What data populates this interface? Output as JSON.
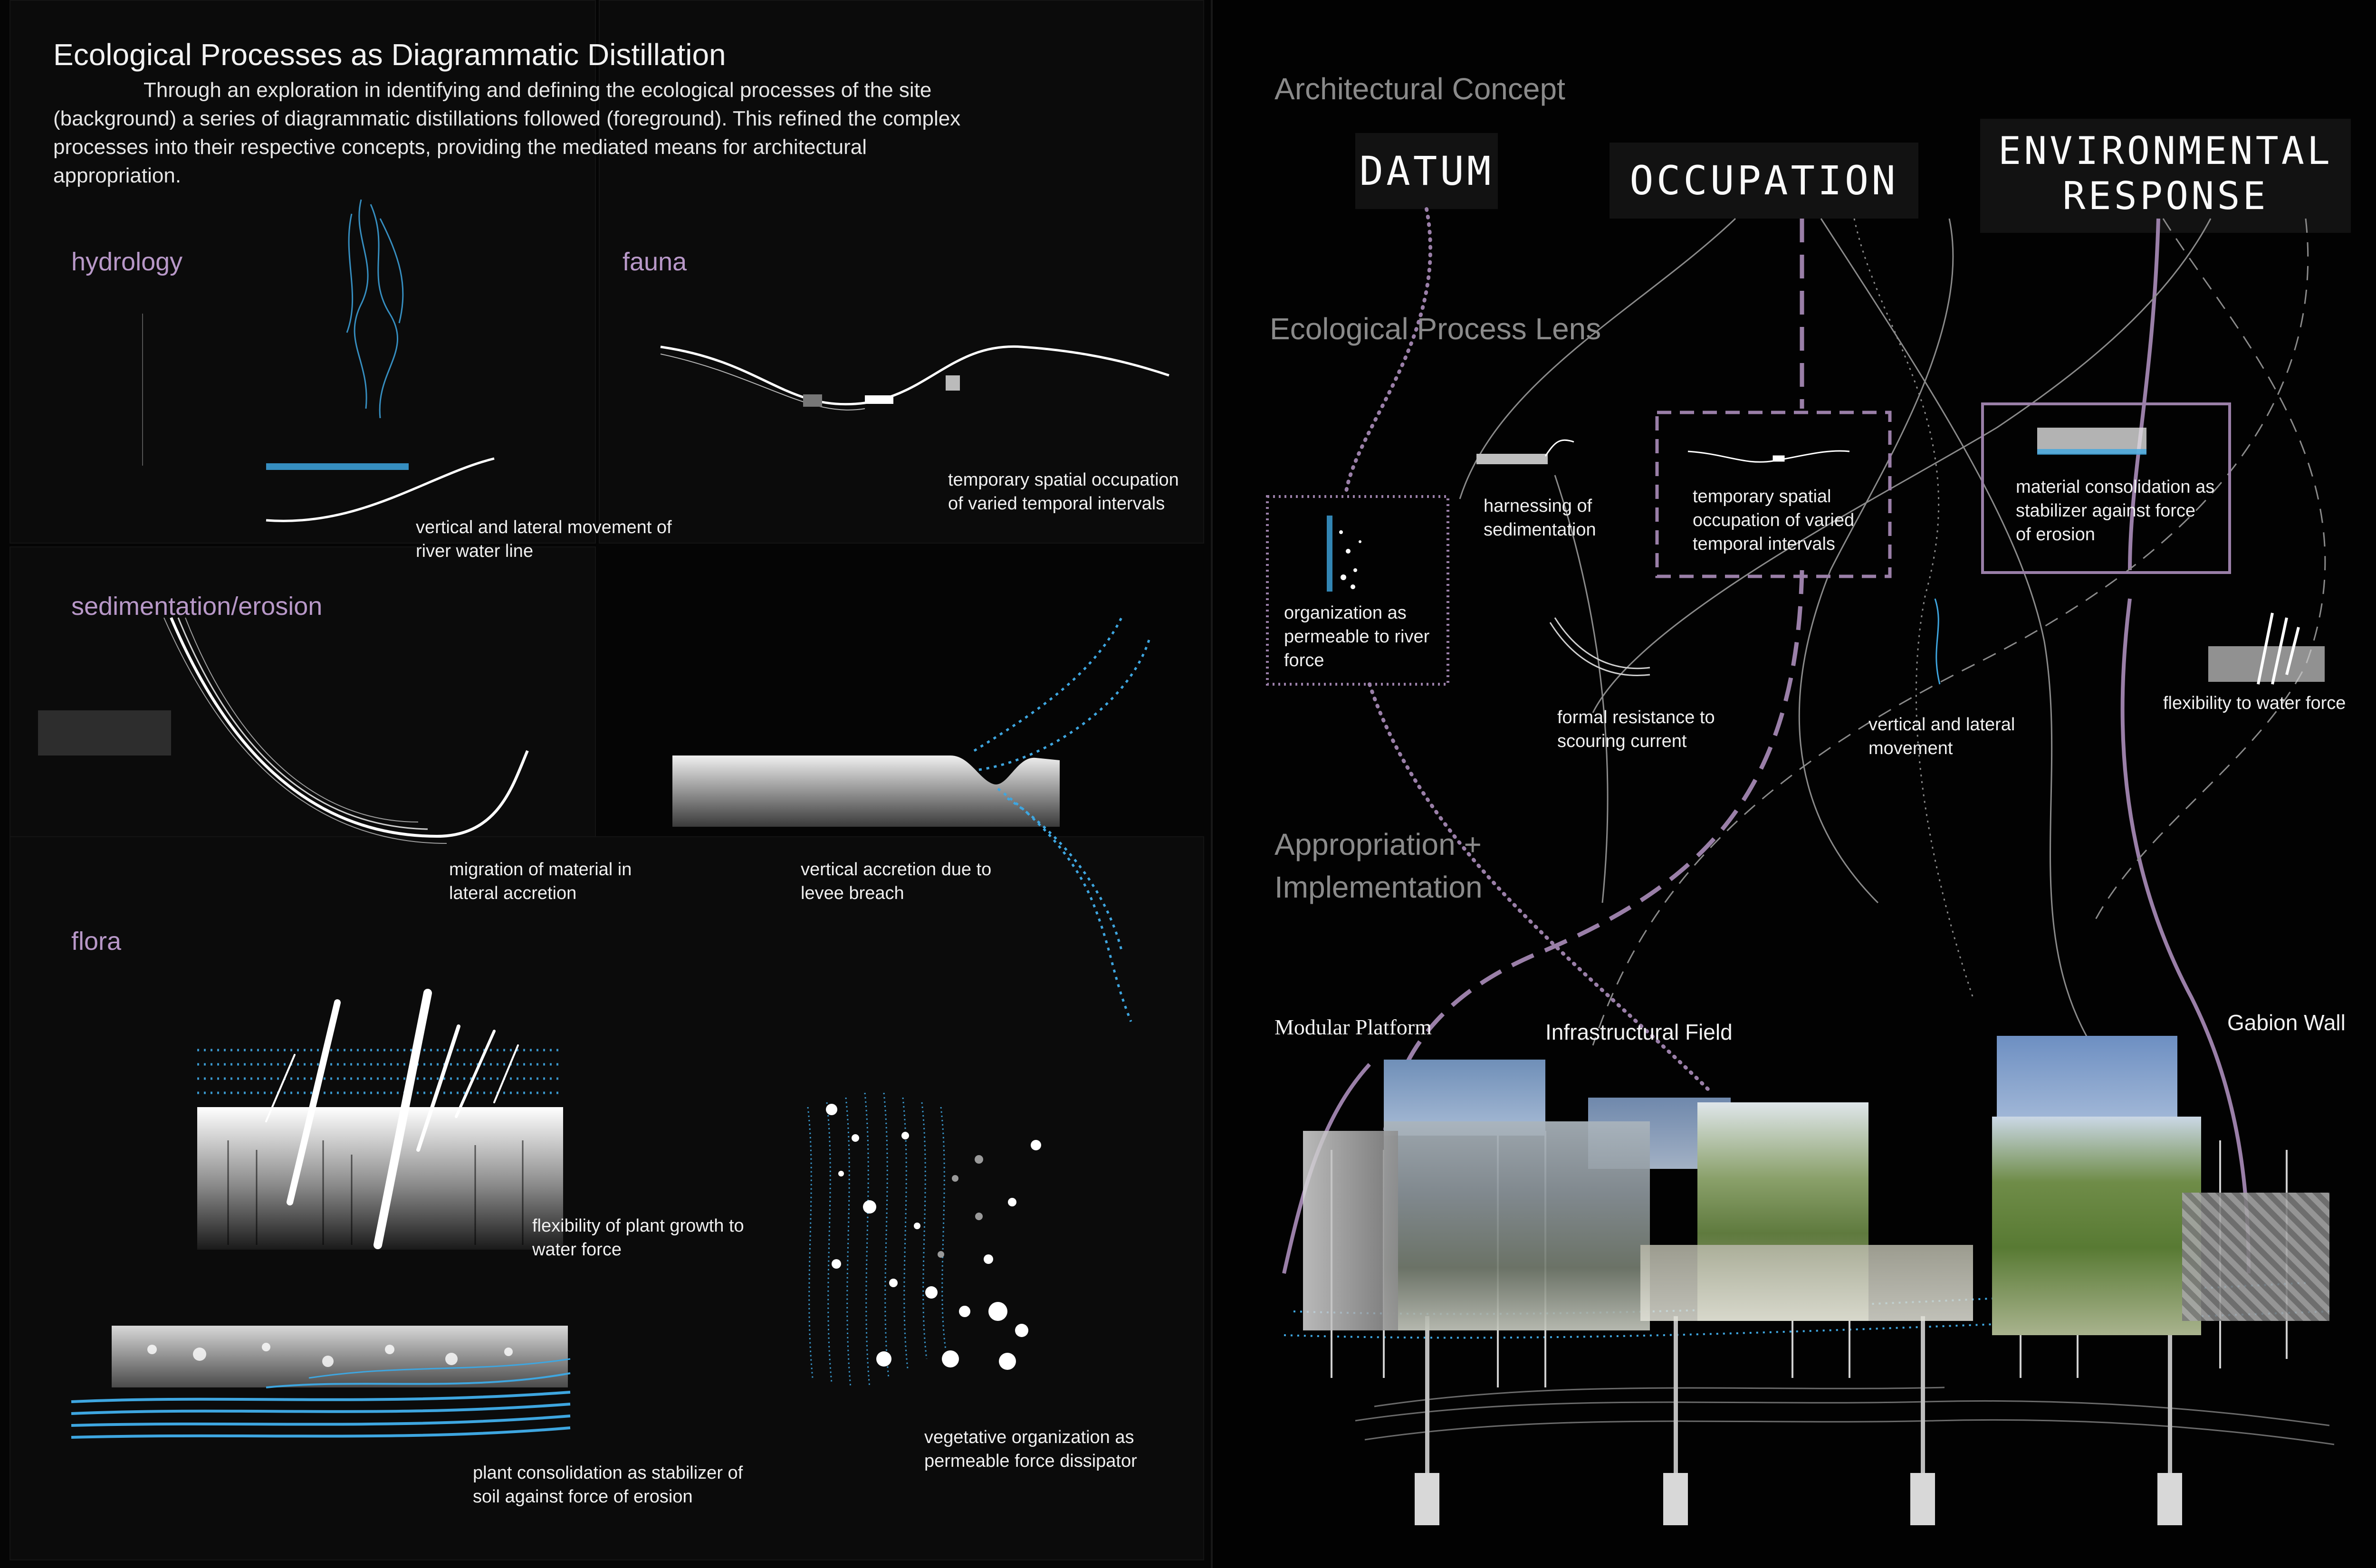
{
  "left_page": {
    "title": "Ecological Processes as Diagrammatic Distillation",
    "intro": "Through an exploration in identifying and defining the ecological processes of the site (background) a series of diagrammatic distillations followed (foreground).  This refined the complex processes into their respective concepts, providing the mediated means for architectural appropriation.",
    "categories": {
      "hydrology": "hydrology",
      "fauna": "fauna",
      "sedimentation": "sedimentation/erosion",
      "flora": "flora"
    },
    "captions": {
      "river_water_line": "vertical and lateral movement of river water line",
      "temporary_occupation": "temporary spatial occupation of varied temporal intervals",
      "lateral_accretion": "migration of material in lateral accretion",
      "levee_breach": "vertical accretion due to levee breach",
      "plant_flexibility": "flexibility of plant growth to water force",
      "plant_consolidation": "plant consolidation as stabilizer of soil against force of erosion",
      "vegetative_organization": "vegetative organization as permeable force dissipator"
    }
  },
  "right_page": {
    "architectural_concept": "Architectural Concept",
    "concepts": {
      "datum": "DATUM",
      "occupation": "OCCUPATION",
      "environmental_response_line1": "ENVIRONMENTAL",
      "environmental_response_line2": "RESPONSE"
    },
    "ecological_process_lens": "Ecological Process Lens",
    "lens_items": {
      "permeable": "organization as permeable to river force",
      "sedimentation": "harnessing of sedimentation",
      "temporary": "temporary spatial occupation of varied temporal intervals",
      "material": "material consolidation as stabilizer against force of erosion",
      "scouring": "formal resistance to scouring current",
      "movement": "vertical and lateral movement",
      "flexibility": "flexibility to water force"
    },
    "appropriation_line1": "Appropriation +",
    "appropriation_line2": "Implementation",
    "elements": {
      "modular_platform": "Modular Platform",
      "infrastructural_field": "Infrastructural Field",
      "gabion_wall": "Gabion Wall"
    }
  },
  "colors": {
    "background": "#000000",
    "lavender_accent": "#b898c8",
    "line_purple": "#9a7fa8",
    "water_blue": "#3ea6e0",
    "heading_grey": "#8a8a8a"
  }
}
